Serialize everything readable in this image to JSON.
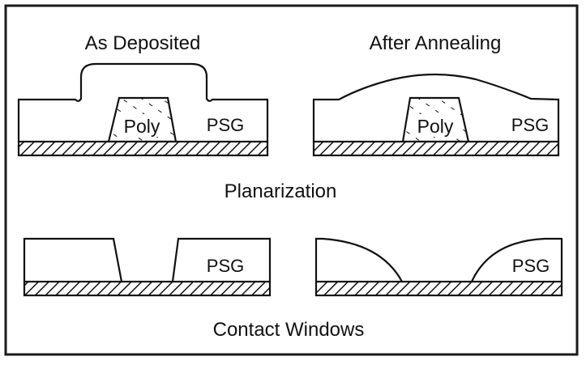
{
  "panels": {
    "as_deposited": {
      "title": "As Deposited",
      "poly_label": "Poly",
      "psg_label": "PSG"
    },
    "after_annealing": {
      "title": "After Annealing",
      "poly_label": "Poly",
      "psg_label": "PSG"
    },
    "window_sharp": {
      "psg_label": "PSG"
    },
    "window_rounded": {
      "psg_label": "PSG"
    }
  },
  "captions": {
    "planarization": "Planarization",
    "contact_windows": "Contact Windows"
  },
  "colors": {
    "ink": "#111111",
    "background": "#ffffff",
    "frame": "#1a1a1a"
  }
}
